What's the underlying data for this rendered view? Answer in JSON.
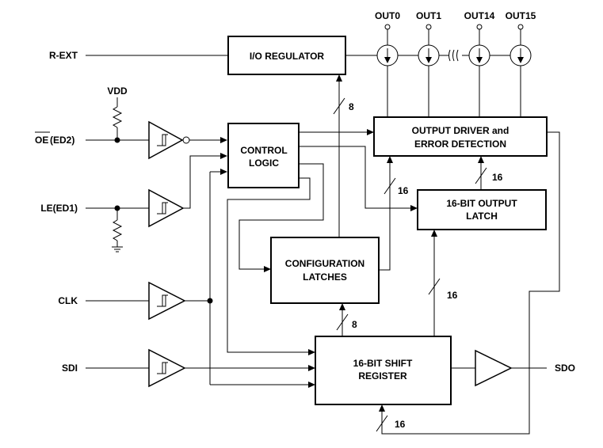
{
  "blocks": {
    "io_regulator": "I/O REGULATOR",
    "control_logic": [
      "CONTROL",
      "LOGIC"
    ],
    "output_driver": [
      "OUTPUT DRIVER and",
      "ERROR DETECTION"
    ],
    "output_latch": [
      "16-BIT OUTPUT",
      "LATCH"
    ],
    "config_latches": [
      "CONFIGURATION",
      "LATCHES"
    ],
    "shift_register": [
      "16-BIT SHIFT",
      "REGISTER"
    ]
  },
  "pins": {
    "rext": "R-EXT",
    "vdd": "VDD",
    "oe_bar": "OE",
    "oe_suffix": "(ED2)",
    "le": "LE(ED1)",
    "clk": "CLK",
    "sdi": "SDI",
    "sdo": "SDO"
  },
  "outputs": [
    "OUT0",
    "OUT1",
    "OUT14",
    "OUT15"
  ],
  "bus_widths": {
    "reg_to_io": "8",
    "reg_to_driver": "16",
    "latch_to_driver": "16",
    "shift_to_latch": "16",
    "shift_to_config": "8",
    "sdo_feedback": "16"
  }
}
